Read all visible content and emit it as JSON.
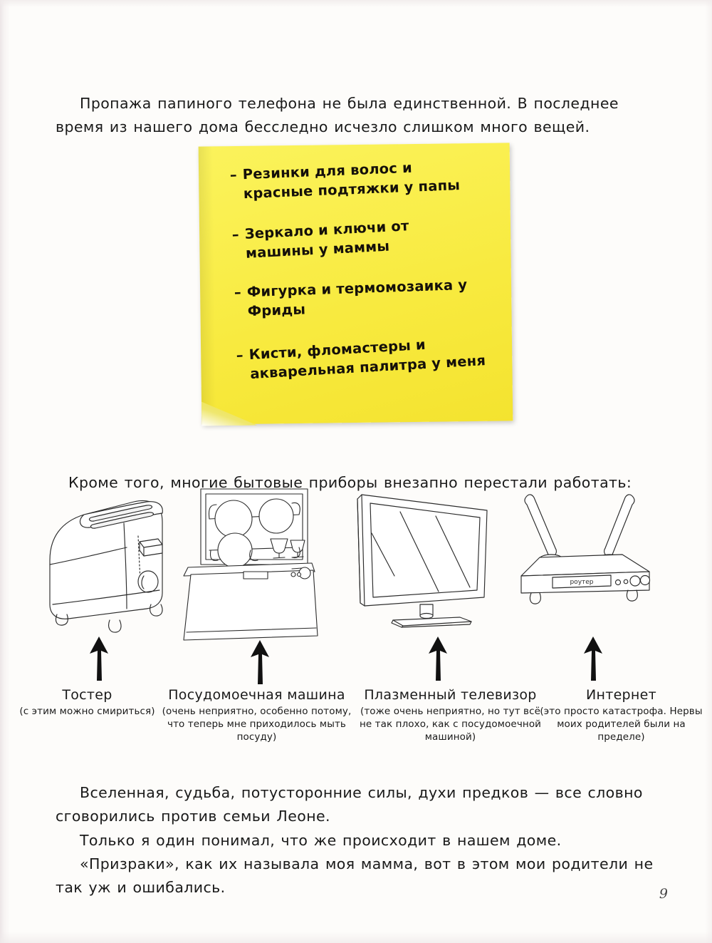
{
  "page": {
    "number": "9",
    "paragraph_top": "Пропажа папиного телефона не была единственной. В последнее время из нашего дома бесследно исчезло слишком много вещей.",
    "paragraph_mid": "Кроме того, многие бытовые приборы внезапно перестали работать:",
    "paragraph_b1": "Вселенная, судьба, потусторонние силы, духи предков — все словно сговорились против семьи Леоне.",
    "paragraph_b2": "Только я один понимал, что же происходит в нашем доме.",
    "paragraph_b3": "«Призраки», как их называла моя мамма, вот в этом мои родители не так уж и ошибались."
  },
  "sticky_note": {
    "color": "#f9ee4e",
    "bullet": "–",
    "items": [
      "Резинки для волос и красные подтяжки у папы",
      "Зеркало и ключи от машины у маммы",
      "Фигурка и термомозаика у Фриды",
      "Кисти, фломастеры и акварельная палитра у меня"
    ]
  },
  "appliances": [
    {
      "icon": "toaster-icon",
      "title": "Тостер",
      "subtitle": "(с этим можно смириться)"
    },
    {
      "icon": "dishwasher-icon",
      "title": "Посудомоечная машина",
      "subtitle": "(очень неприятно, особенно потому, что теперь мне приходилось мыть посуду)"
    },
    {
      "icon": "tv-icon",
      "title": "Плазменный телевизор",
      "subtitle": "(тоже очень неприятно, но тут всё не так плохо, как с посудомоечной машиной)"
    },
    {
      "icon": "router-icon",
      "title": "Интернет",
      "subtitle": "(это просто катастрофа. Нервы моих родителей были на пределе)",
      "device_label": "роутер"
    }
  ]
}
